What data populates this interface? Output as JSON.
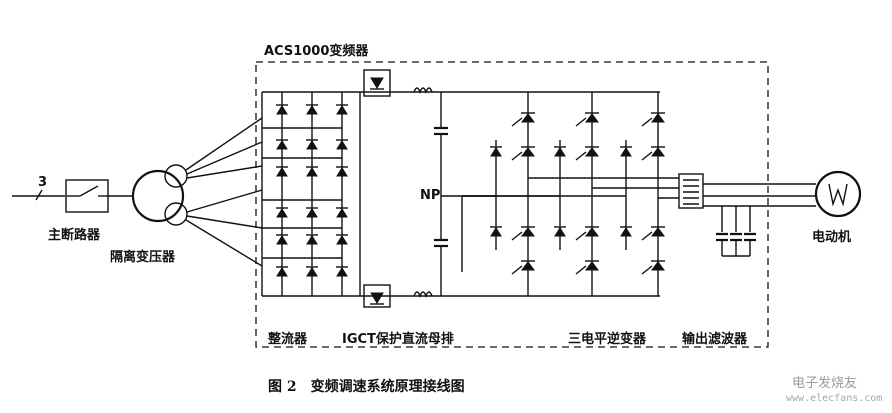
{
  "labels": {
    "inverter_title": "ACS1000变频器",
    "line_count": "3",
    "main_breaker": "主断路器",
    "isolation_transformer": "隔离变压器",
    "np": "NP",
    "rectifier": "整流器",
    "igct_dc_bus": "IGCT保护直流母排",
    "three_level_inverter": "三电平逆变器",
    "output_filter": "输出滤波器",
    "motor": "电动机",
    "motor_symbol": "M"
  },
  "caption": "图 2　变频调速系统原理接线图",
  "watermark": {
    "text": "电子发烧友",
    "url": "www.elecfans.com"
  }
}
